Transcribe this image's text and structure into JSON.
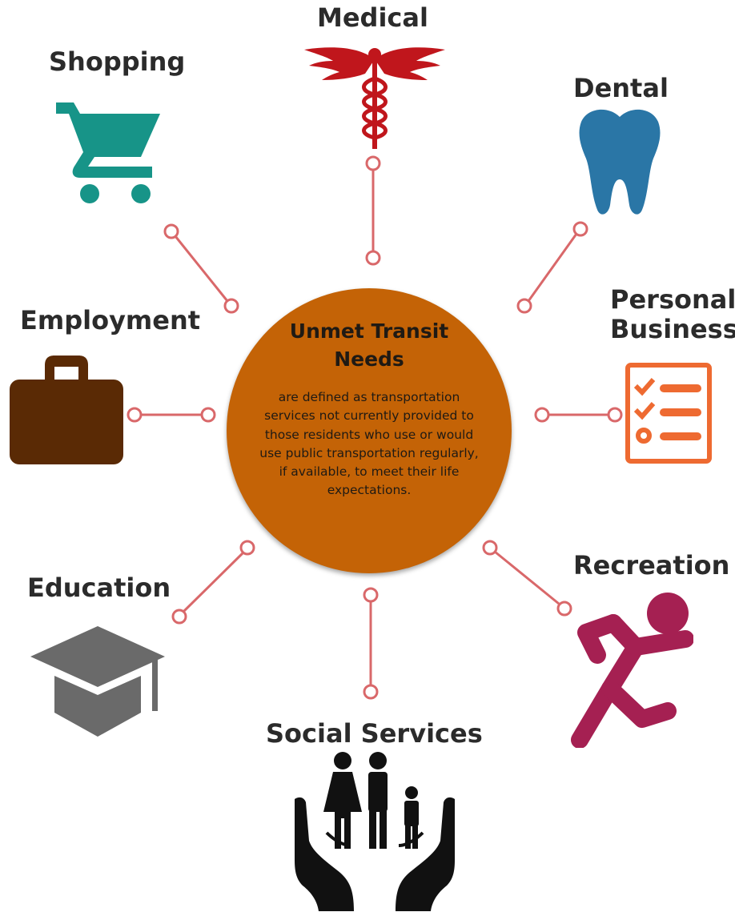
{
  "center": {
    "title": "Unmet Transit Needs",
    "description": "are defined as transportation services not currently provided to those residents who use or would use public transportation regularly, if available, to meet their life expectations."
  },
  "needs": {
    "medical": {
      "label": "Medical",
      "icon": "caduceus-icon",
      "color": "#c0161c"
    },
    "shopping": {
      "label": "Shopping",
      "icon": "shopping-cart-icon",
      "color": "#179488"
    },
    "dental": {
      "label": "Dental",
      "icon": "tooth-icon",
      "color": "#2a76a6"
    },
    "personal_business": {
      "label": "Personal Business",
      "icon": "checklist-icon",
      "color": "#ee6a31"
    },
    "employment": {
      "label": "Employment",
      "icon": "briefcase-icon",
      "color": "#5a2a05"
    },
    "education": {
      "label": "Education",
      "icon": "graduation-cap-icon",
      "color": "#6a6a6a"
    },
    "recreation": {
      "label": "Recreation",
      "icon": "runner-icon",
      "color": "#a52052"
    },
    "social_services": {
      "label": "Social Services",
      "icon": "family-in-hands-icon",
      "color": "#111111"
    }
  },
  "theme": {
    "connector_color": "#d9686a",
    "center_color": "#c46306"
  }
}
